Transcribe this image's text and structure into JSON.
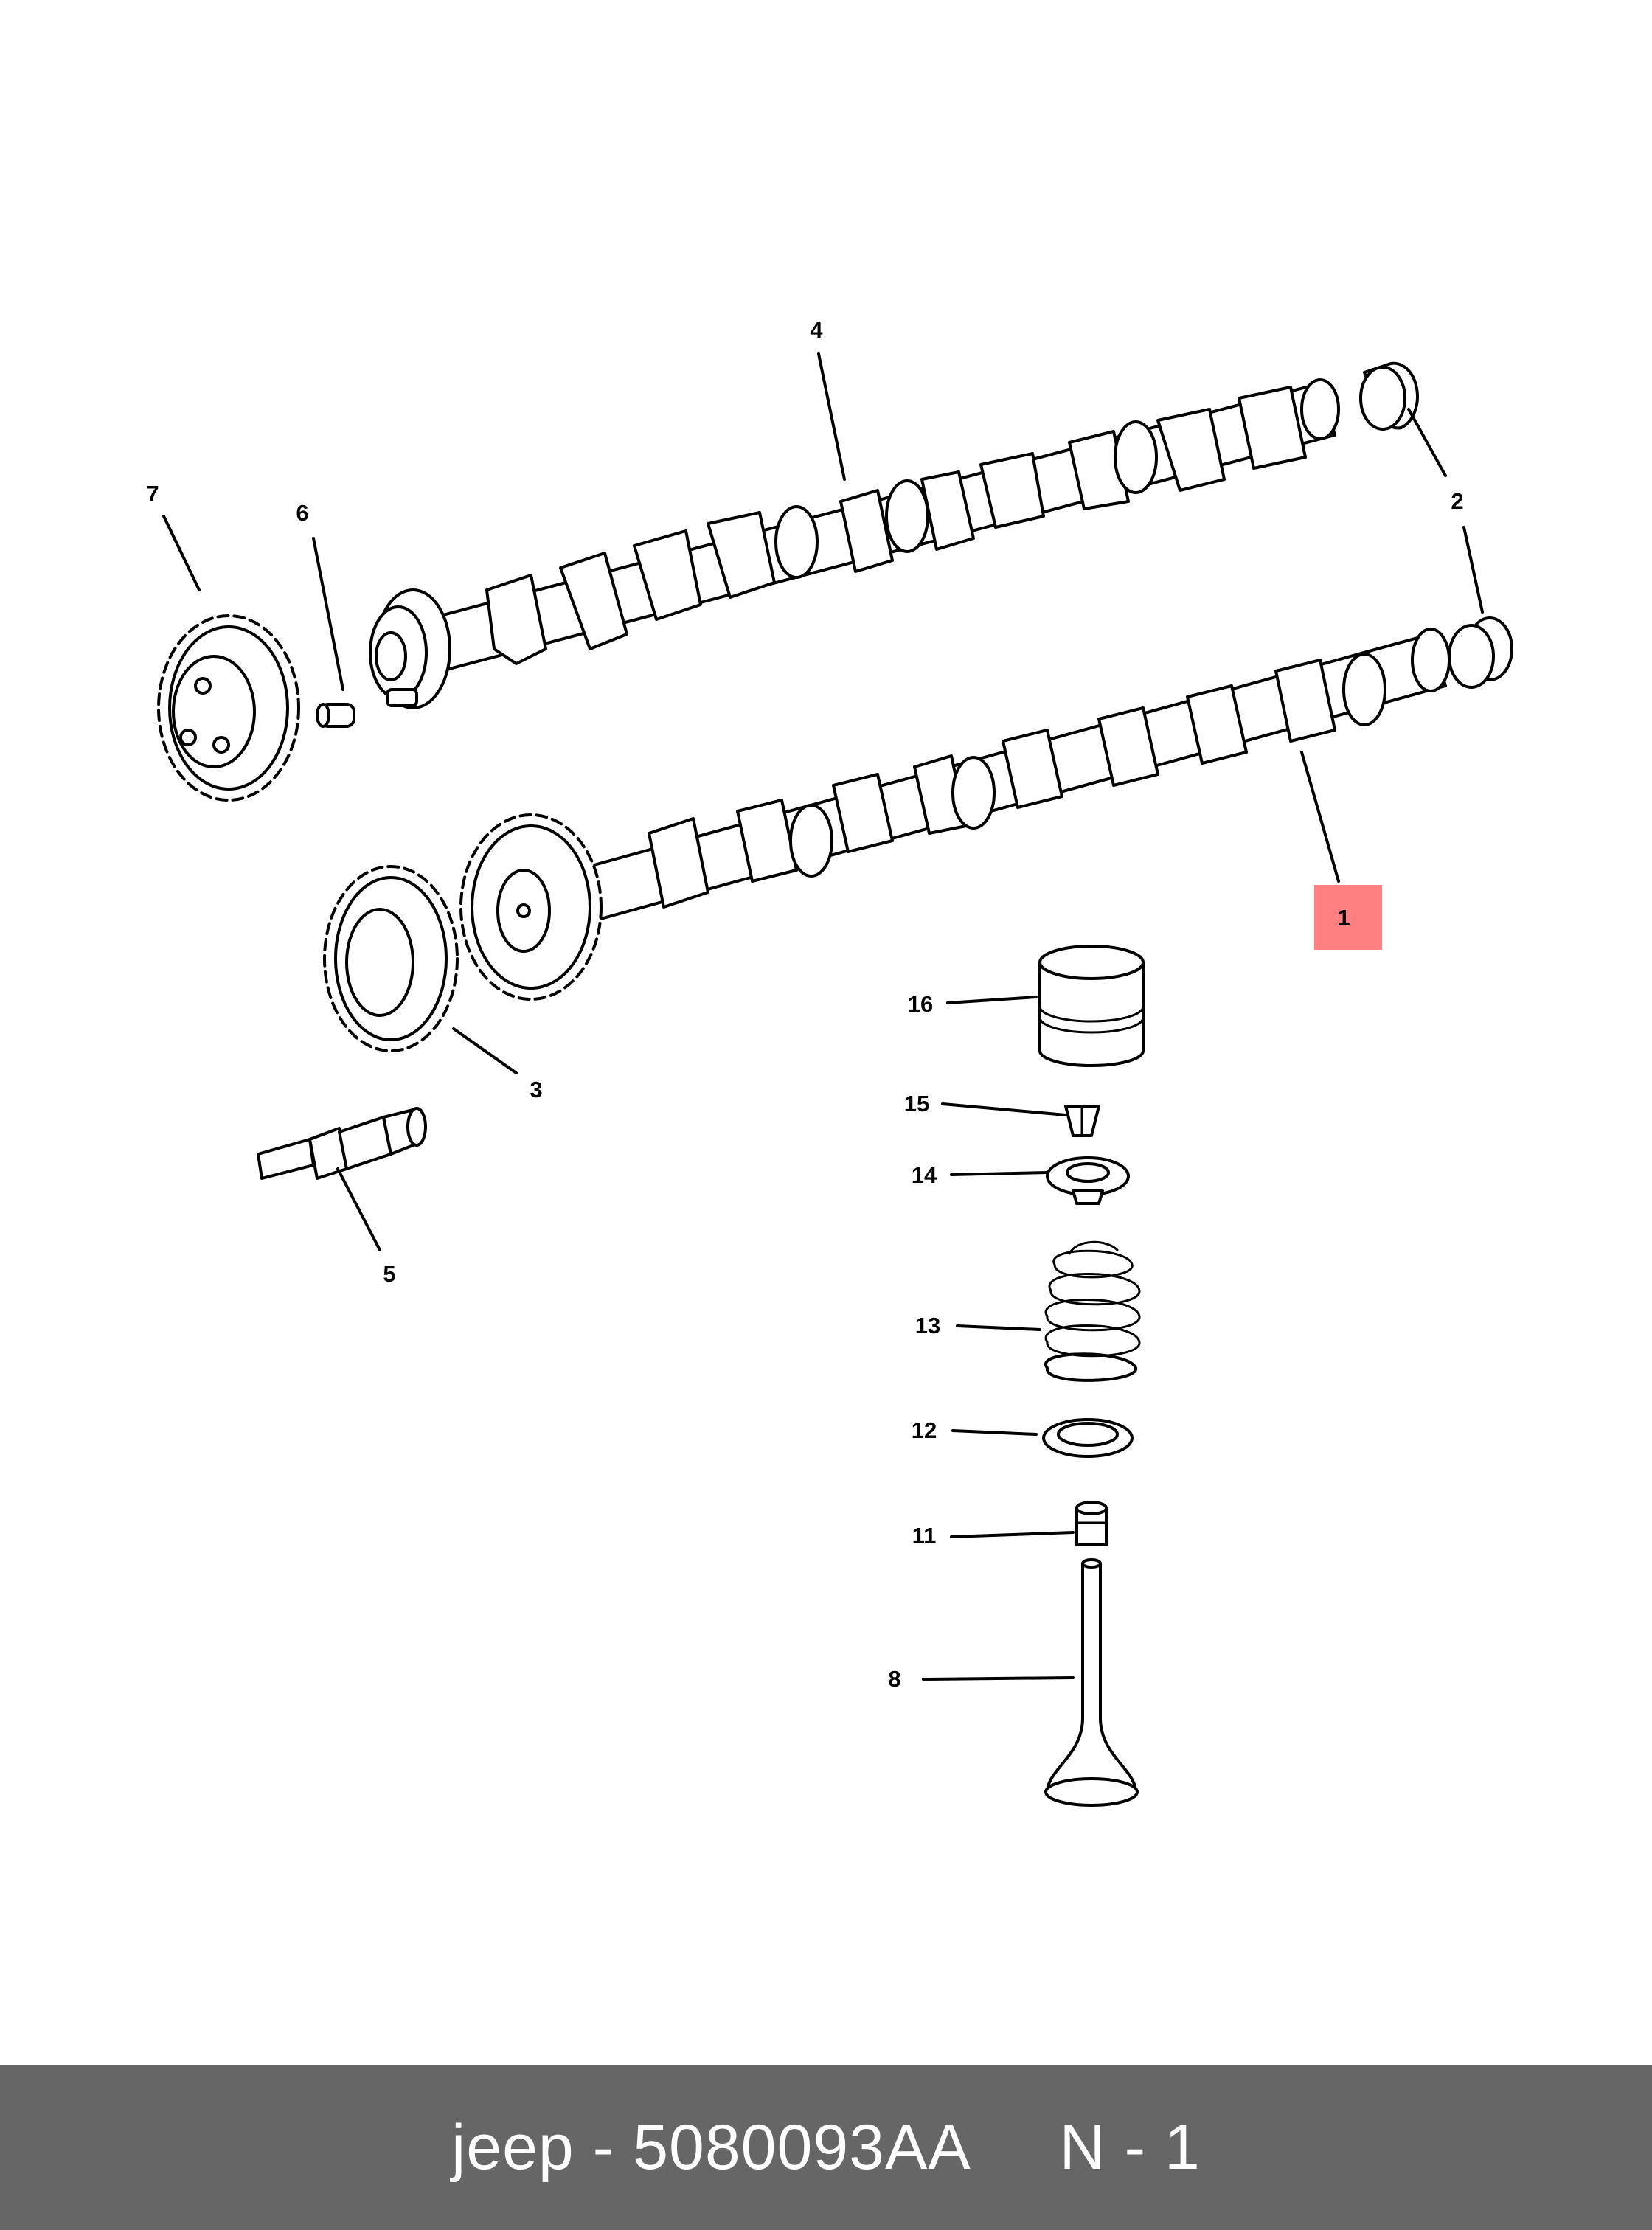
{
  "diagram": {
    "callouts": {
      "c1": "1",
      "c2": "2",
      "c3": "3",
      "c4": "4",
      "c5": "5",
      "c6": "6",
      "c7": "7",
      "c8": "8",
      "c11": "11",
      "c12": "12",
      "c13": "13",
      "c14": "14",
      "c15": "15",
      "c16": "16"
    },
    "highlight_color": "#ff8080"
  },
  "footer": {
    "text": "jeep - 5080093AA     N - 1",
    "background": "#666666"
  }
}
